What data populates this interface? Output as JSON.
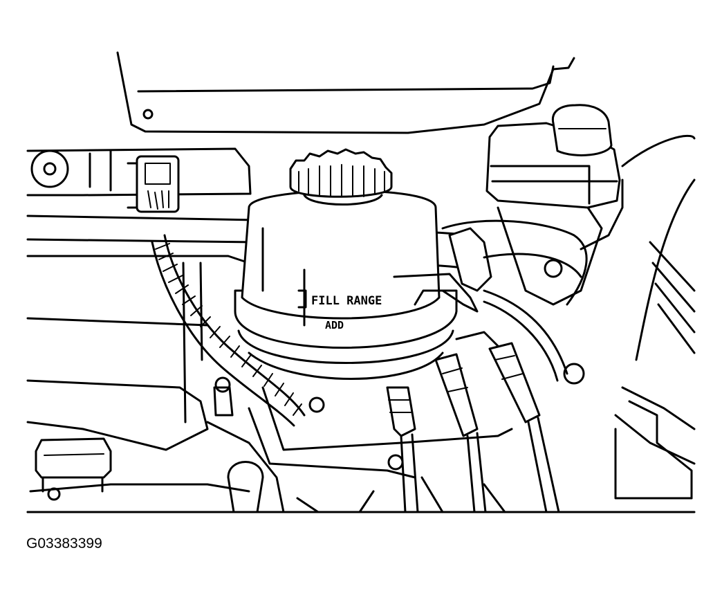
{
  "figure_id": "G03383399",
  "reservoir_labels": {
    "fill_range": "FILL RANGE",
    "add": "ADD"
  }
}
